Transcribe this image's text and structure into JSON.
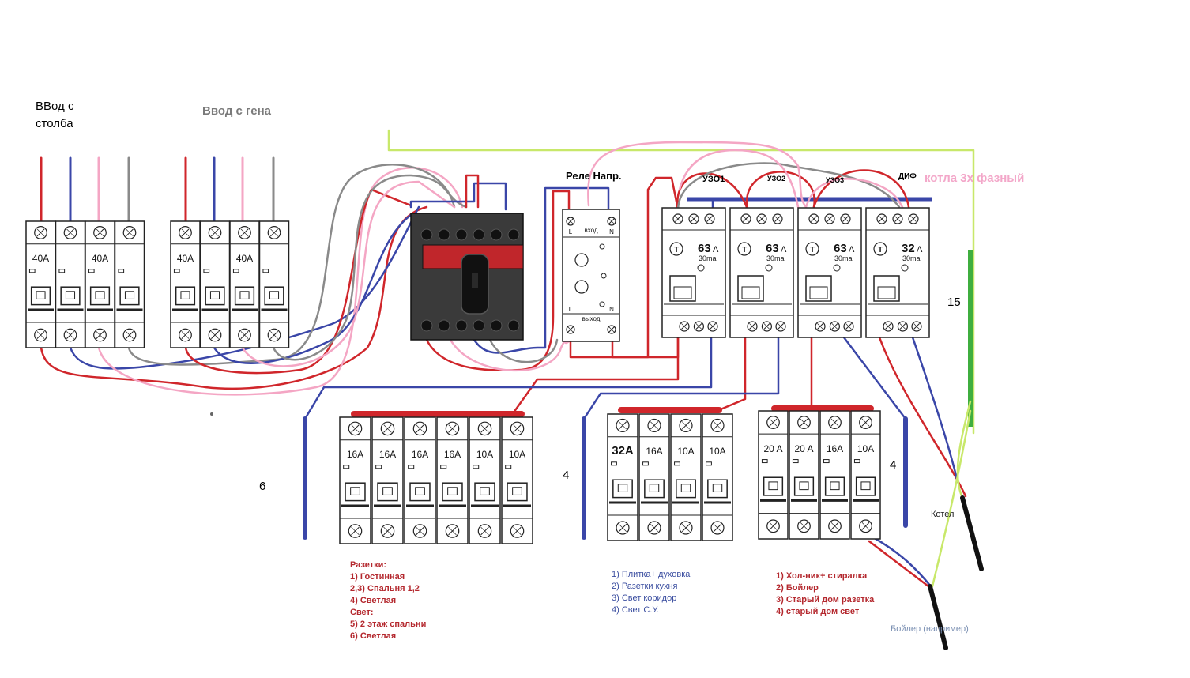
{
  "labels": {
    "pole_input": [
      "ВВод с",
      "столба"
    ],
    "gen_input": "Ввод с гена",
    "relay": "Реле Напр.",
    "uzo1": "УЗО1",
    "uzo2": "УЗО2",
    "uzo3": "УЗО3",
    "dif": "ДИФ",
    "boiler3": "котла 3х фазный",
    "n15": "15",
    "n6": "6",
    "n4a": "4",
    "n4b": "4",
    "kotel": "Котел",
    "boiler_example": "Бойлер (например)"
  },
  "relay_marks": {
    "vhod": "вход",
    "vyhod": "выход",
    "l": "L",
    "n": "N"
  },
  "input_breakers": {
    "pole": [
      "40A",
      "",
      "40A",
      ""
    ],
    "gen": [
      "40A",
      "",
      "40A",
      ""
    ]
  },
  "rcds": [
    {
      "amp": "63",
      "unit": "A",
      "ma": "30ma"
    },
    {
      "amp": "63",
      "unit": "A",
      "ma": "30ma"
    },
    {
      "amp": "63",
      "unit": "A",
      "ma": "30ma"
    },
    {
      "amp": "32",
      "unit": "A",
      "ma": "30ma"
    }
  ],
  "groups": {
    "g1": [
      "16A",
      "16A",
      "16A",
      "16A",
      "10A",
      "10A"
    ],
    "g2": [
      "32A",
      "16A",
      "10A",
      "10A"
    ],
    "g3": [
      "20 A",
      "20 A",
      "16A",
      "10A"
    ]
  },
  "notes": {
    "g1": [
      "Разетки:",
      "1) Гостинная",
      "2,3) Спальня 1,2",
      "4) Светлая",
      "Свет:",
      "5) 2 этаж спальни",
      "6) Светлая"
    ],
    "g2": [
      "1) Плитка+ духовка",
      "2) Разетки кухня",
      "3) Свет коридор",
      "4) Свет С.У."
    ],
    "g3": [
      "1) Хол-ник+ стиралка",
      "2) Бойлер",
      "3) Старый дом разетка",
      "4) старый дом свет"
    ]
  },
  "colors": {
    "red": "#d0262b",
    "blue": "#3a46a8",
    "pink": "#f4a6c4",
    "gray": "#8a8a8a",
    "yellowgreen": "#c8e86a",
    "green": "#3fae3f"
  }
}
